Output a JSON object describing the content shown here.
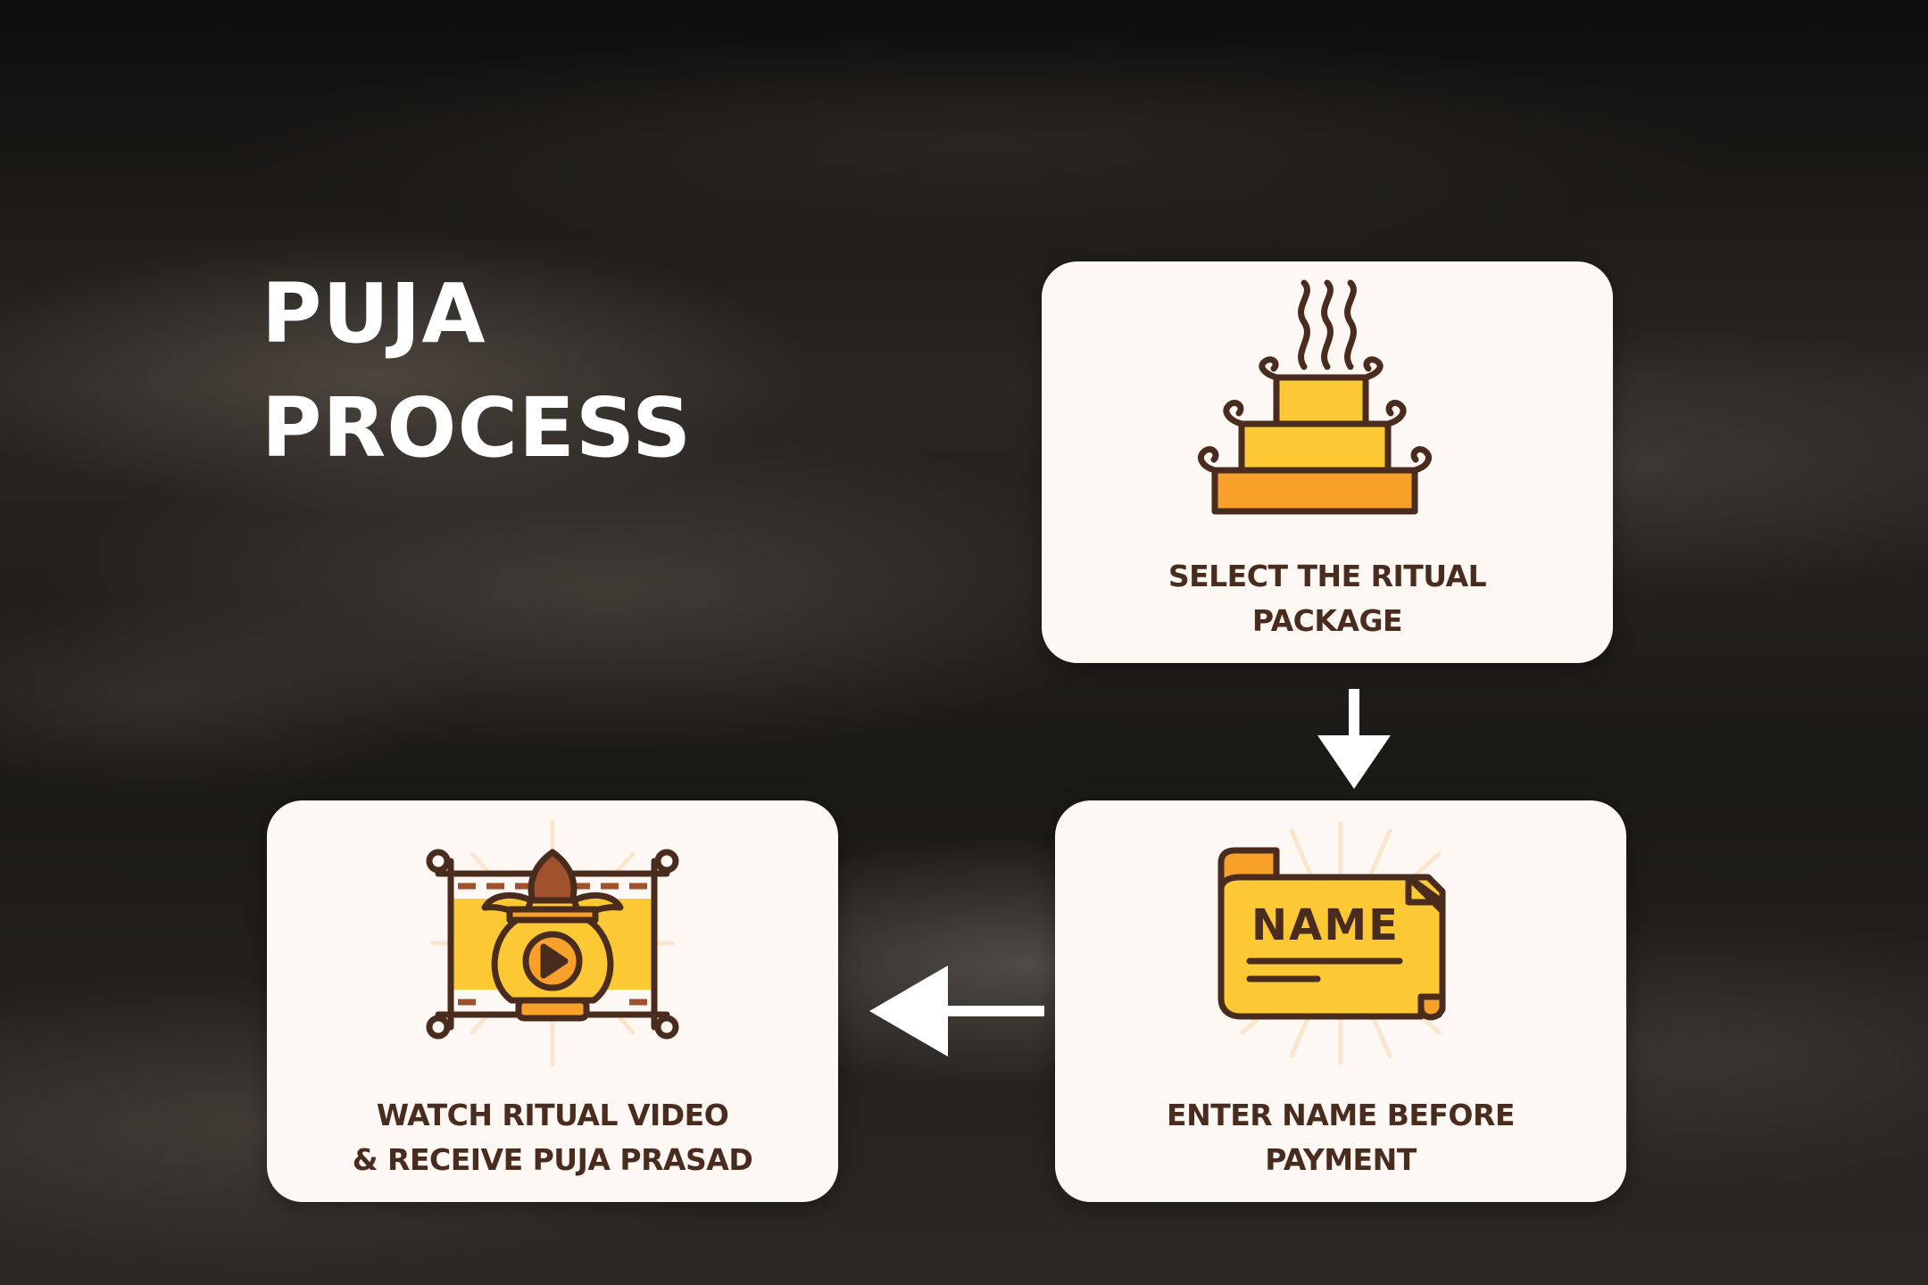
{
  "title": {
    "line1": "PUJA",
    "line2": "PROCESS"
  },
  "colors": {
    "card_background": "#fdf8f4",
    "label_text": "#4a2c1e",
    "icon_outline": "#4a2c1e",
    "icon_yellow": "#fcc934",
    "icon_orange": "#f7a12a",
    "arrow": "#ffffff"
  },
  "steps": [
    {
      "label_line1": "SELECT THE RITUAL",
      "label_line2": "PACKAGE",
      "icon": "ritual-altar-icon"
    },
    {
      "label_line1": "ENTER NAME BEFORE",
      "label_line2": "PAYMENT",
      "icon": "name-scroll-icon",
      "icon_text": "NAME"
    },
    {
      "label_line1": "WATCH RITUAL VIDEO",
      "label_line2": "& RECEIVE PUJA PRASAD",
      "icon": "kalash-video-icon"
    }
  ],
  "connectors": [
    {
      "from": 1,
      "to": 2,
      "direction": "down"
    },
    {
      "from": 2,
      "to": 3,
      "direction": "left"
    }
  ]
}
